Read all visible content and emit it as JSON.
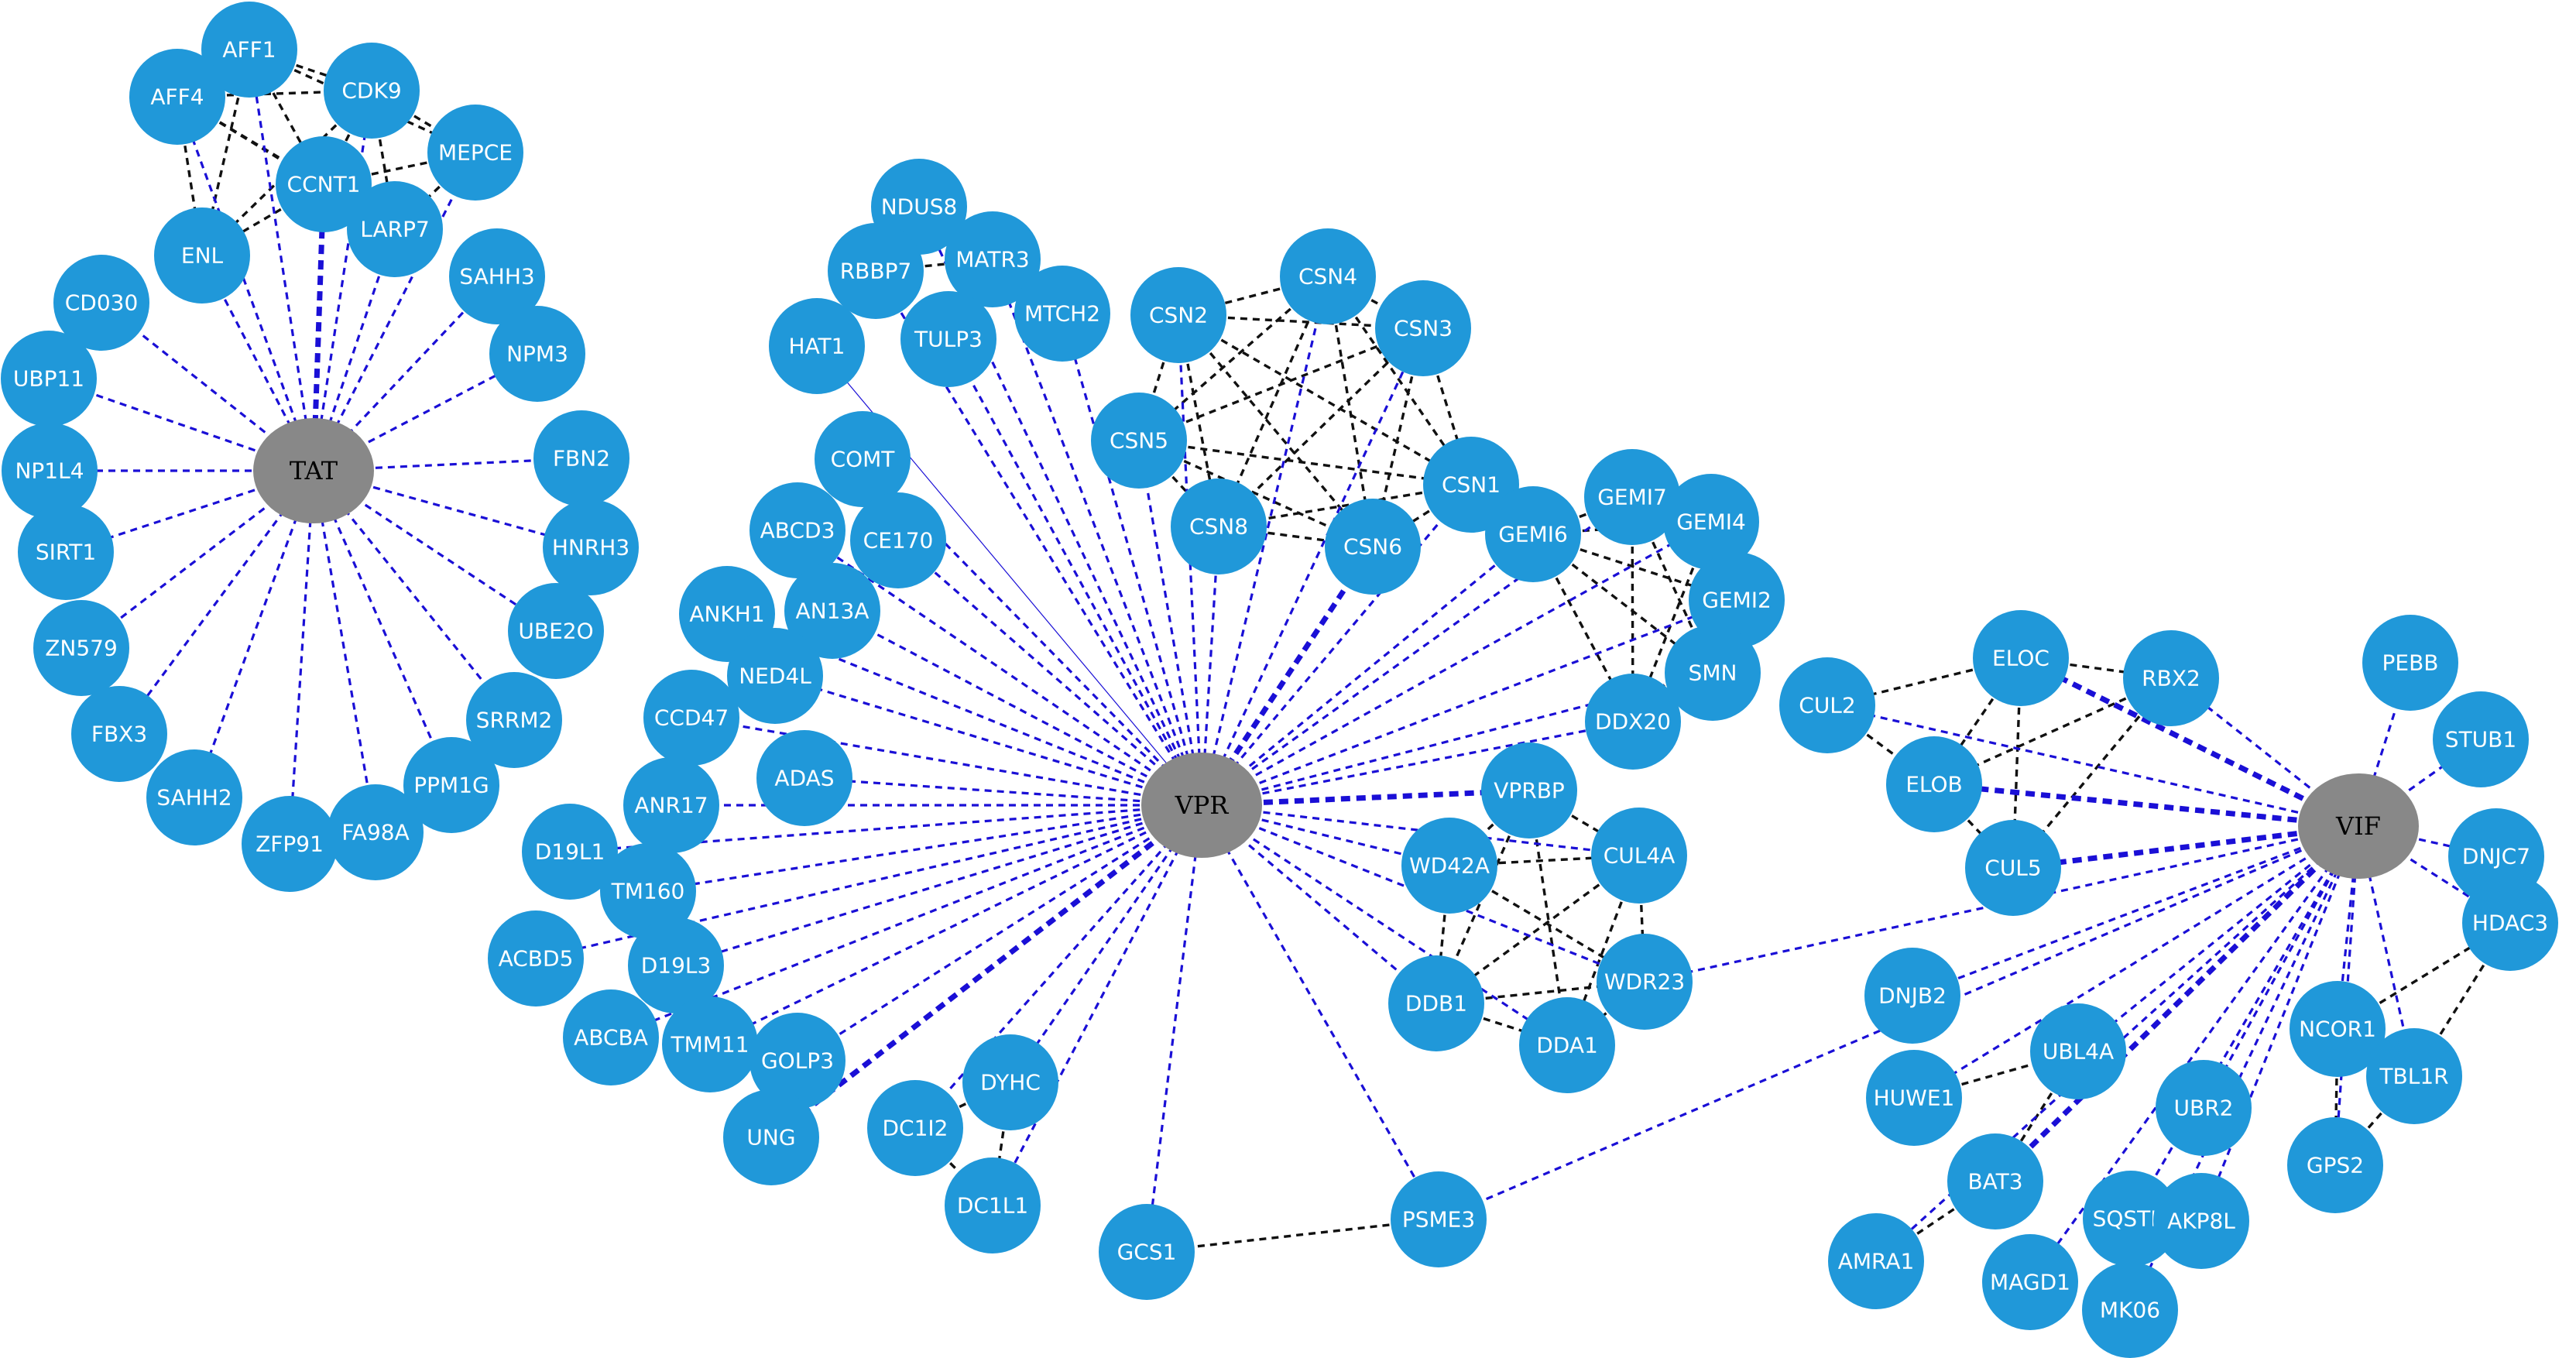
{
  "viral_nodes": [
    {
      "id": "TAT",
      "label": "TAT"
    },
    {
      "id": "VPR",
      "label": "VPR"
    },
    {
      "id": "VIF",
      "label": "VIF"
    }
  ],
  "host_nodes": [
    "AFF1",
    "AFF4",
    "CDK9",
    "MEPCE",
    "CCNT1",
    "LARP7",
    "ENL",
    "SAHH3",
    "CD030",
    "NPM3",
    "UBP11",
    "NP1L4",
    "FBN2",
    "SIRT1",
    "HNRH3",
    "UBE2O",
    "ZN579",
    "SRRM2",
    "FBX3",
    "PPM1G",
    "SAHH2",
    "ZFP91",
    "FA98A",
    "NDUS8",
    "RBBP7",
    "MATR3",
    "TULP3",
    "MTCH2",
    "HAT1",
    "COMT",
    "ABCD3",
    "CE170",
    "ANKH1",
    "AN13A",
    "NED4L",
    "CCD47",
    "ADAS",
    "ANR17",
    "D19L1",
    "TM160",
    "ACBD5",
    "D19L3",
    "ABCBA",
    "TMM11",
    "GOLP3",
    "UNG",
    "DYHC",
    "DC1I2",
    "DC1L1",
    "GCS1",
    "PSME3",
    "CSN4",
    "CSN2",
    "CSN3",
    "CSN5",
    "CSN1",
    "CSN8",
    "CSN6",
    "GEMI7",
    "GEMI4",
    "GEMI6",
    "GEMI2",
    "SMN",
    "DDX20",
    "VPRBP",
    "WD42A",
    "CUL4A",
    "DDB1",
    "WDR23",
    "DDA1",
    "ELOC",
    "RBX2",
    "CUL2",
    "ELOB",
    "CUL5",
    "PEBB",
    "STUB1",
    "DNJC7",
    "HDAC3",
    "DNJB2",
    "NCOR1",
    "TBL1R",
    "HUWE1",
    "UBL4A",
    "UBR2",
    "GPS2",
    "BAT3",
    "SQSTM",
    "AKP8L",
    "AMRA1",
    "MAGD1",
    "MK06"
  ],
  "host_virus_edges": {
    "TAT": [
      "AFF1",
      "AFF4",
      "CDK9",
      "MEPCE",
      "CCNT1",
      "LARP7",
      "ENL",
      "SAHH3",
      "CD030",
      "NPM3",
      "UBP11",
      "NP1L4",
      "FBN2",
      "SIRT1",
      "HNRH3",
      "UBE2O",
      "ZN579",
      "SRRM2",
      "FBX3",
      "PPM1G",
      "SAHH2",
      "ZFP91",
      "FA98A"
    ],
    "VPR": [
      "NDUS8",
      "RBBP7",
      "MATR3",
      "TULP3",
      "MTCH2",
      "HAT1",
      "COMT",
      "ABCD3",
      "CE170",
      "ANKH1",
      "AN13A",
      "NED4L",
      "CCD47",
      "ADAS",
      "ANR17",
      "D19L1",
      "TM160",
      "ACBD5",
      "D19L3",
      "ABCBA",
      "TMM11",
      "GOLP3",
      "UNG",
      "DYHC",
      "DC1I2",
      "DC1L1",
      "GCS1",
      "PSME3",
      "CSN4",
      "CSN2",
      "CSN3",
      "CSN5",
      "CSN1",
      "CSN8",
      "CSN6",
      "GEMI7",
      "GEMI4",
      "GEMI6",
      "GEMI2",
      "SMN",
      "DDX20",
      "VPRBP",
      "WD42A",
      "CUL4A",
      "DDB1",
      "WDR23",
      "DDA1"
    ],
    "VIF": [
      "ELOC",
      "RBX2",
      "CUL2",
      "ELOB",
      "CUL5",
      "PEBB",
      "STUB1",
      "DNJC7",
      "HDAC3",
      "DNJB2",
      "NCOR1",
      "TBL1R",
      "HUWE1",
      "UBL4A",
      "UBR2",
      "GPS2",
      "BAT3",
      "SQSTM",
      "AKP8L",
      "AMRA1",
      "MAGD1",
      "MK06",
      "WDR23",
      "PSME3"
    ]
  },
  "strong_edges": [
    [
      "TAT",
      "CCNT1"
    ],
    [
      "VPR",
      "VPRBP"
    ],
    [
      "VPR",
      "UNG"
    ],
    [
      "VPR",
      "CSN6"
    ],
    [
      "VIF",
      "ELOB"
    ],
    [
      "VIF",
      "CUL5"
    ],
    [
      "VIF",
      "ELOC"
    ],
    [
      "VIF",
      "BAT3"
    ]
  ],
  "thin_edges": [
    [
      "VPR",
      "HAT1"
    ]
  ],
  "protein_edges": [
    [
      "AFF1",
      "AFF4"
    ],
    [
      "AFF1",
      "CDK9"
    ],
    [
      "AFF1",
      "CCNT1"
    ],
    [
      "AFF1",
      "ENL"
    ],
    [
      "AFF4",
      "CDK9"
    ],
    [
      "AFF4",
      "CCNT1"
    ],
    [
      "AFF4",
      "ENL"
    ],
    [
      "AFF4",
      "LARP7"
    ],
    [
      "CDK9",
      "CCNT1"
    ],
    [
      "CDK9",
      "MEPCE"
    ],
    [
      "CDK9",
      "LARP7"
    ],
    [
      "CDK9",
      "ENL"
    ],
    [
      "MEPCE",
      "LARP7"
    ],
    [
      "MEPCE",
      "CCNT1"
    ],
    [
      "CCNT1",
      "LARP7"
    ],
    [
      "CCNT1",
      "ENL"
    ],
    [
      "AFF1",
      "MEPCE"
    ],
    [
      "RBBP7",
      "MATR3"
    ],
    [
      "NDUS8",
      "MTCH2"
    ],
    [
      "TULP3",
      "MATR3"
    ],
    [
      "COMT",
      "CE170"
    ],
    [
      "ABCD3",
      "AN13A"
    ],
    [
      "DYHC",
      "DC1I2"
    ],
    [
      "DYHC",
      "DC1L1"
    ],
    [
      "DC1I2",
      "DC1L1"
    ],
    [
      "ANR17",
      "TM160"
    ],
    [
      "D19L1",
      "TM160"
    ],
    [
      "D19L3",
      "TM160"
    ],
    [
      "TMM11",
      "GOLP3"
    ],
    [
      "GOLP3",
      "UNG"
    ],
    [
      "PSME3",
      "GCS1"
    ],
    [
      "CSN4",
      "CSN2"
    ],
    [
      "CSN4",
      "CSN3"
    ],
    [
      "CSN4",
      "CSN5"
    ],
    [
      "CSN4",
      "CSN1"
    ],
    [
      "CSN4",
      "CSN8"
    ],
    [
      "CSN4",
      "CSN6"
    ],
    [
      "CSN2",
      "CSN3"
    ],
    [
      "CSN2",
      "CSN5"
    ],
    [
      "CSN2",
      "CSN1"
    ],
    [
      "CSN2",
      "CSN8"
    ],
    [
      "CSN2",
      "CSN6"
    ],
    [
      "CSN3",
      "CSN5"
    ],
    [
      "CSN3",
      "CSN1"
    ],
    [
      "CSN3",
      "CSN8"
    ],
    [
      "CSN3",
      "CSN6"
    ],
    [
      "CSN5",
      "CSN1"
    ],
    [
      "CSN5",
      "CSN8"
    ],
    [
      "CSN5",
      "CSN6"
    ],
    [
      "CSN1",
      "CSN8"
    ],
    [
      "CSN1",
      "CSN6"
    ],
    [
      "CSN8",
      "CSN6"
    ],
    [
      "GEMI6",
      "GEMI7"
    ],
    [
      "GEMI6",
      "GEMI4"
    ],
    [
      "GEMI6",
      "GEMI2"
    ],
    [
      "GEMI6",
      "SMN"
    ],
    [
      "GEMI6",
      "DDX20"
    ],
    [
      "GEMI7",
      "GEMI4"
    ],
    [
      "GEMI7",
      "GEMI2"
    ],
    [
      "GEMI7",
      "SMN"
    ],
    [
      "GEMI7",
      "DDX20"
    ],
    [
      "GEMI4",
      "GEMI2"
    ],
    [
      "GEMI4",
      "SMN"
    ],
    [
      "GEMI4",
      "DDX20"
    ],
    [
      "GEMI2",
      "SMN"
    ],
    [
      "GEMI2",
      "DDX20"
    ],
    [
      "SMN",
      "DDX20"
    ],
    [
      "VPRBP",
      "WD42A"
    ],
    [
      "VPRBP",
      "CUL4A"
    ],
    [
      "VPRBP",
      "DDB1"
    ],
    [
      "VPRBP",
      "DDA1"
    ],
    [
      "WD42A",
      "CUL4A"
    ],
    [
      "WD42A",
      "DDB1"
    ],
    [
      "WD42A",
      "WDR23"
    ],
    [
      "CUL4A",
      "DDB1"
    ],
    [
      "CUL4A",
      "WDR23"
    ],
    [
      "CUL4A",
      "DDA1"
    ],
    [
      "DDB1",
      "WDR23"
    ],
    [
      "DDB1",
      "DDA1"
    ],
    [
      "WDR23",
      "DDA1"
    ],
    [
      "ELOC",
      "RBX2"
    ],
    [
      "ELOC",
      "CUL2"
    ],
    [
      "ELOC",
      "ELOB"
    ],
    [
      "ELOC",
      "CUL5"
    ],
    [
      "RBX2",
      "ELOB"
    ],
    [
      "RBX2",
      "CUL5"
    ],
    [
      "CUL2",
      "ELOB"
    ],
    [
      "ELOB",
      "CUL5"
    ],
    [
      "NCOR1",
      "TBL1R"
    ],
    [
      "NCOR1",
      "HDAC3"
    ],
    [
      "NCOR1",
      "GPS2"
    ],
    [
      "TBL1R",
      "HDAC3"
    ],
    [
      "TBL1R",
      "GPS2"
    ],
    [
      "HUWE1",
      "UBL4A"
    ],
    [
      "UBL4A",
      "BAT3"
    ],
    [
      "AMRA1",
      "BAT3"
    ]
  ]
}
